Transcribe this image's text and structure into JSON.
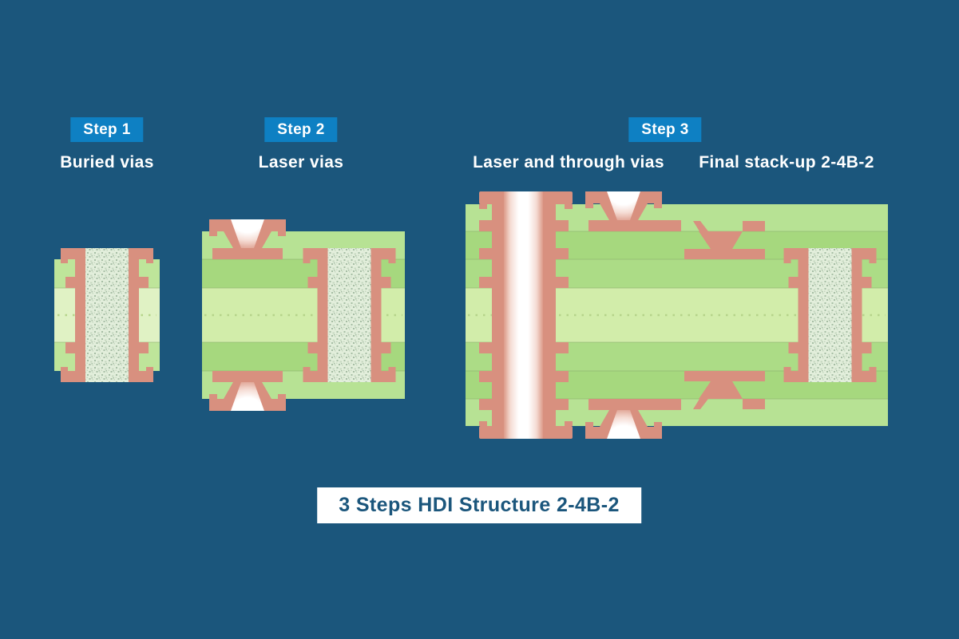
{
  "title": "3 Steps HDI Structure 2-4B-2",
  "steps": [
    {
      "badge": "Step 1",
      "label": "Buried vias"
    },
    {
      "badge": "Step 2",
      "label": "Laser vias"
    },
    {
      "badge": "Step 3",
      "label": "Laser and through vias",
      "label2": "Final stack-up 2-4B-2"
    }
  ],
  "colors": {
    "bg": "#1B567C",
    "badge": "#0E80C3",
    "badgeText": "#FFFFFF",
    "labelText": "#FFFFFF",
    "titleText": "#1B567C",
    "titleBg": "#FFFFFF",
    "copper": "#D8907F",
    "greenLight": "#B7E294",
    "greenMid": "#A6D87E",
    "greenMid2": "#ACDC86",
    "greenCore": "#D2EDAA",
    "green1Light": "#BEE59A",
    "green1Core": "#E0F2C4",
    "coreDots": "#B5D48A",
    "layerLine": "#8AAC6B",
    "speckleBase": "#E2EEDB",
    "speckleDot": "#A6BDA4",
    "speckleDot2": "#C6D8C0",
    "holeEdge": "#DC9A89",
    "holeMid": "#F5DCD4",
    "holeWhite": "#FFFFFF"
  }
}
